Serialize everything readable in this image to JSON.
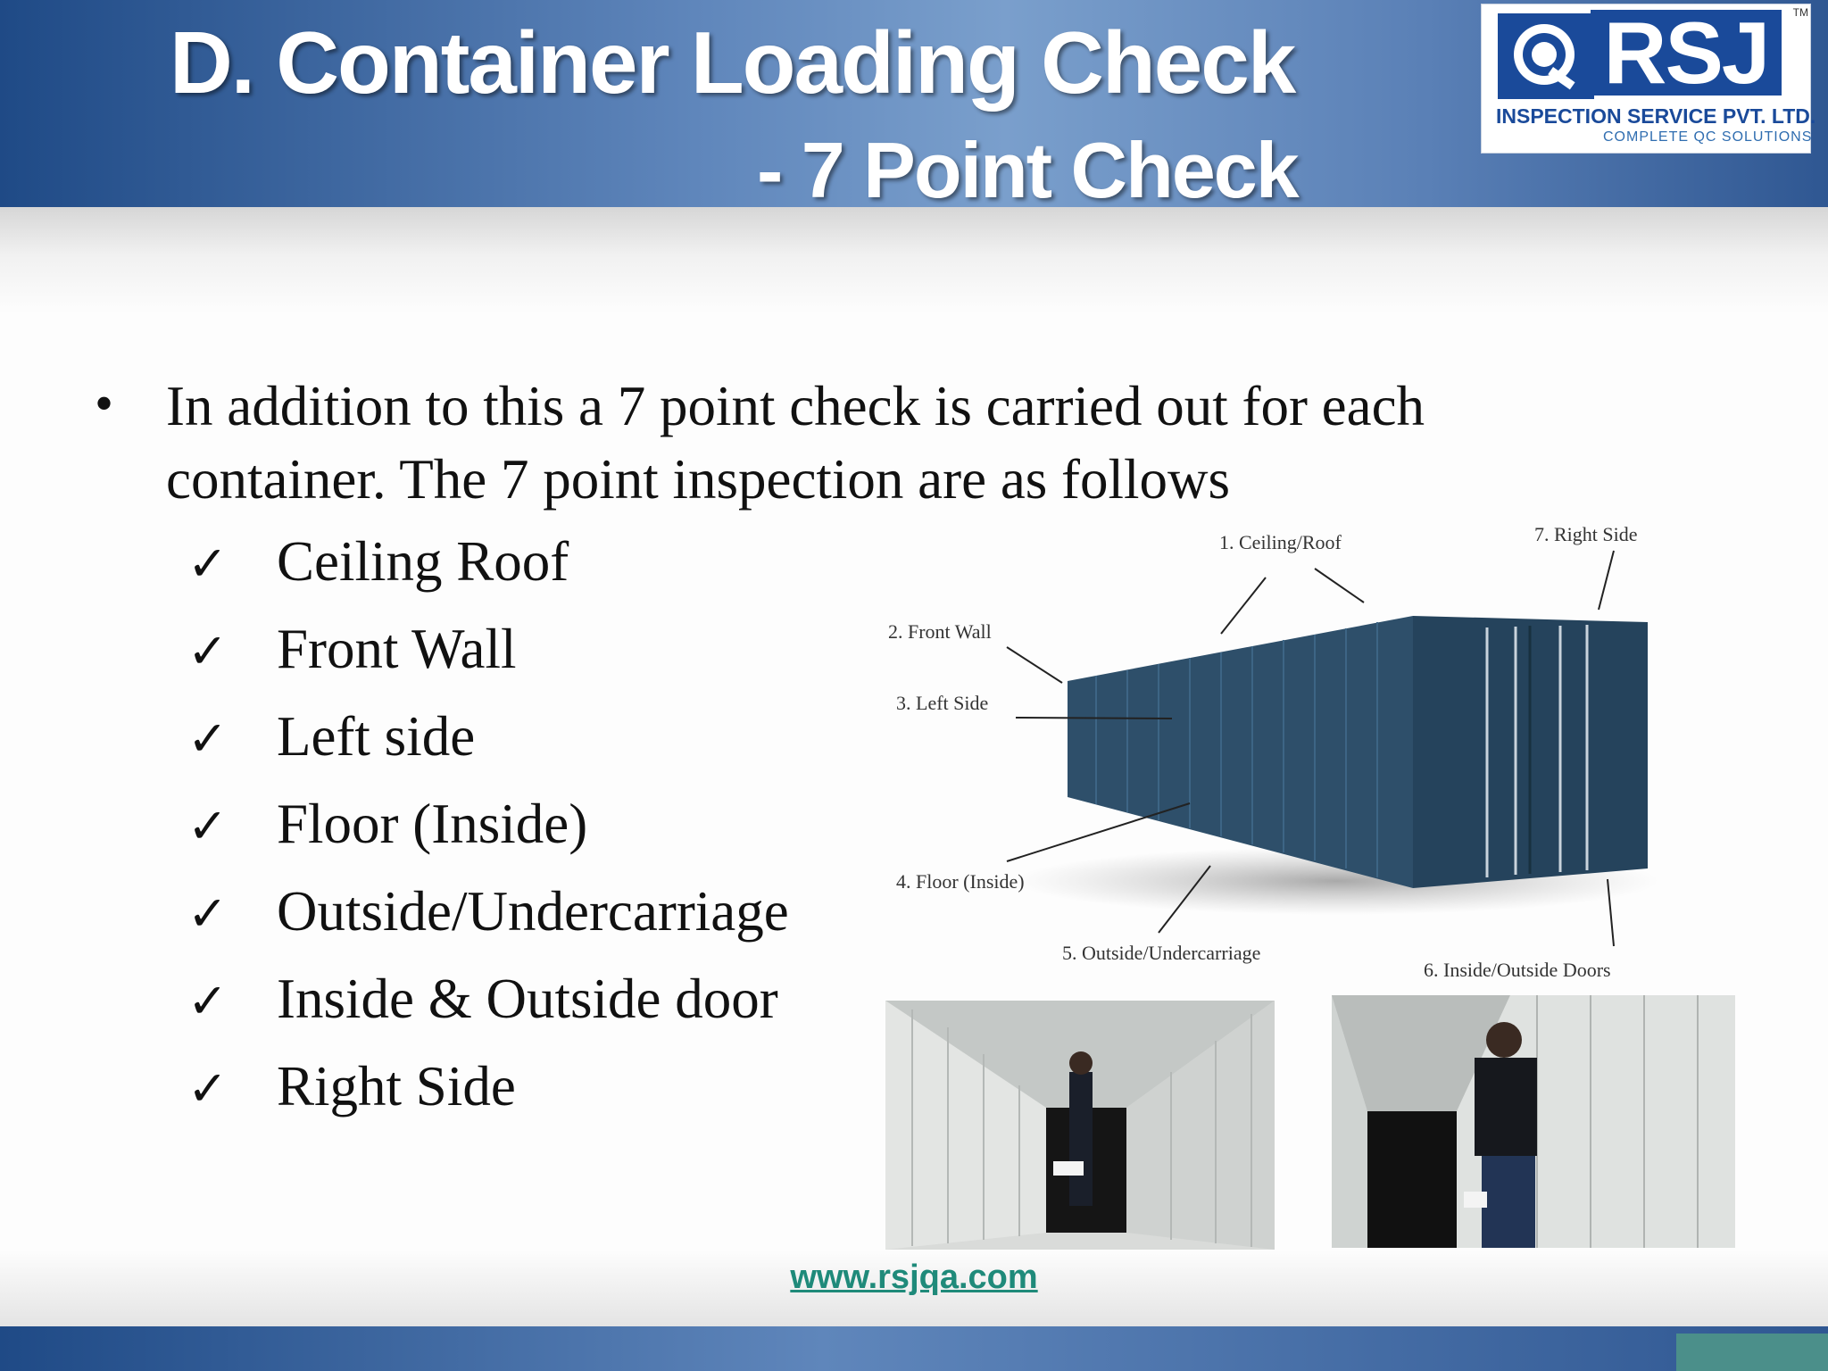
{
  "header": {
    "title_line1": "D. Container Loading Check",
    "title_line2": "- 7 Point Check"
  },
  "logo": {
    "brand": "RSJ",
    "company": "INSPECTION SERVICE PVT. LTD.",
    "tagline": "COMPLETE QC SOLUTIONS",
    "tm": "TM"
  },
  "content": {
    "bullet": "•",
    "intro": "In addition to this a 7 point check is carried out for each container.  The 7 point inspection are as follows",
    "check_mark": "✓",
    "checklist": [
      "Ceiling Roof",
      "Front Wall",
      "Left side",
      "Floor (Inside)",
      "Outside/Undercarriage",
      "Inside & Outside door",
      "Right Side"
    ]
  },
  "diagram": {
    "labels": [
      "1. Ceiling/Roof",
      "2. Front Wall",
      "3. Left Side",
      "4. Floor (Inside)",
      "5. Outside/Undercarriage",
      "6. Inside/Outside Doors",
      "7. Right Side"
    ],
    "container_color": "#2e4f6a"
  },
  "footer": {
    "url": "www.rsjqa.com"
  },
  "colors": {
    "header_blue": "#1f4a86",
    "accent_teal": "#1f8a7a"
  }
}
